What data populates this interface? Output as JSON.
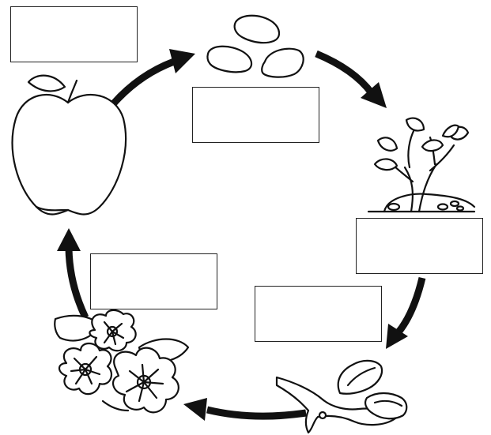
{
  "diagram": {
    "stages": [
      {
        "name": "apple",
        "label": ""
      },
      {
        "name": "seeds",
        "label": ""
      },
      {
        "name": "sapling",
        "label": ""
      },
      {
        "name": "bud",
        "label": ""
      },
      {
        "name": "flowers",
        "label": ""
      }
    ],
    "colors": {
      "line": "#111111",
      "background": "#ffffff"
    },
    "icons": [
      "apple-icon",
      "seeds-icon",
      "sapling-icon",
      "bud-icon",
      "blossom-icon"
    ]
  }
}
